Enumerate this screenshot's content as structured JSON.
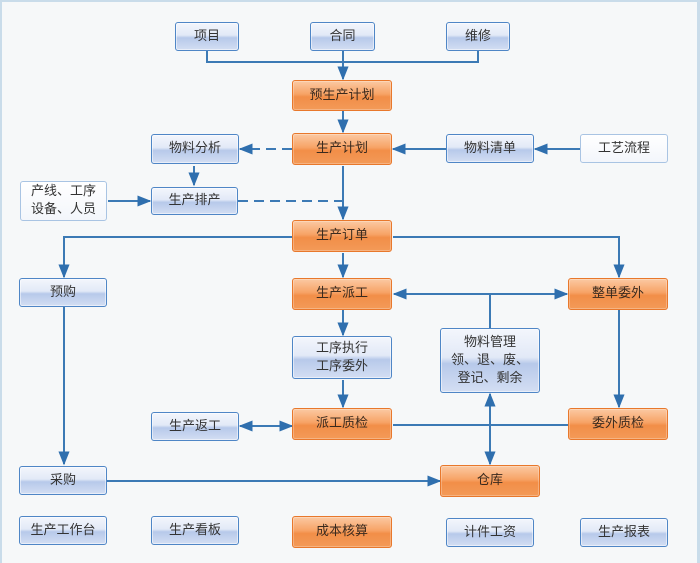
{
  "diagram": {
    "colors": {
      "primary_node": "#f39a58",
      "secondary_node": "#d3def3",
      "line": "#3c7ab5",
      "background": "#f6f8f9"
    },
    "nodes": {
      "project": "项目",
      "contract": "合同",
      "maintenance": "维修",
      "pre_production_plan": "预生产计划",
      "material_analysis": "物料分析",
      "production_plan": "生产计划",
      "bom": "物料清单",
      "process_flow": "工艺流程",
      "resources": [
        "产线、工序",
        "设备、人员"
      ],
      "production_scheduling": "生产排产",
      "production_order": "生产订单",
      "pre_purchase": "预购",
      "production_dispatch": "生产派工",
      "full_outsourcing": "整单委外",
      "process_exec": [
        "工序执行",
        "工序委外"
      ],
      "material_mgmt": [
        "物料管理",
        "领、退、废、",
        "登记、剩余"
      ],
      "production_rework": "生产返工",
      "dispatch_qc": "派工质检",
      "outsourcing_qc": "委外质检",
      "purchase": "采购",
      "warehouse": "仓库",
      "workbench": "生产工作台",
      "kanban": "生产看板",
      "cost_accounting": "成本核算",
      "piece_wage": "计件工资",
      "production_report": "生产报表"
    },
    "edges": [
      {
        "from": "项目",
        "to": "预生产计划"
      },
      {
        "from": "合同",
        "to": "预生产计划"
      },
      {
        "from": "维修",
        "to": "预生产计划"
      },
      {
        "from": "预生产计划",
        "to": "生产计划"
      },
      {
        "from": "生产计划",
        "to": "物料分析",
        "style": "dashed"
      },
      {
        "from": "物料清单",
        "to": "生产计划"
      },
      {
        "from": "工艺流程",
        "to": "物料清单"
      },
      {
        "from": "物料分析",
        "to": "生产排产"
      },
      {
        "from": "产线、工序 设备、人员",
        "to": "生产排产"
      },
      {
        "from": "生产排产",
        "to": "生产计划→生产订单",
        "style": "dashed"
      },
      {
        "from": "生产计划",
        "to": "生产订单"
      },
      {
        "from": "生产订单",
        "to": "预购"
      },
      {
        "from": "生产订单",
        "to": "生产派工"
      },
      {
        "from": "生产订单",
        "to": "整单委外"
      },
      {
        "from": "物料管理",
        "to": "生产派工"
      },
      {
        "from": "物料管理",
        "to": "整单委外"
      },
      {
        "from": "生产派工",
        "to": "工序执行/工序委外"
      },
      {
        "from": "工序执行/工序委外",
        "to": "派工质检"
      },
      {
        "from": "派工质检",
        "to": "生产返工",
        "style": "bidirectional"
      },
      {
        "from": "整单委外",
        "to": "委外质检"
      },
      {
        "from": "委外质检",
        "to": "仓库"
      },
      {
        "from": "仓库",
        "to": "物料管理",
        "style": "bidirectional"
      },
      {
        "from": "预购",
        "to": "采购"
      },
      {
        "from": "采购",
        "to": "仓库"
      }
    ]
  }
}
